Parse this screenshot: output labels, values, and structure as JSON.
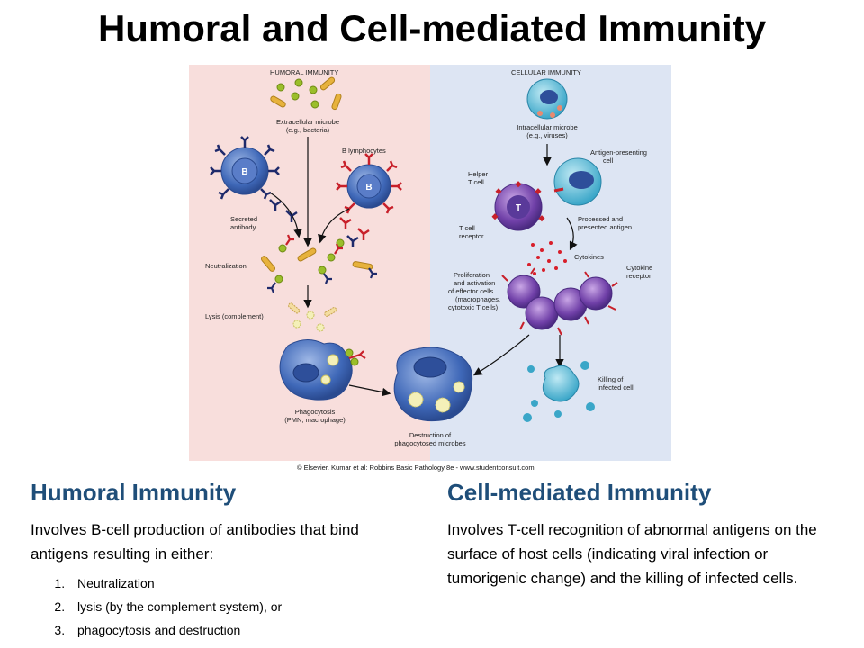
{
  "title": "Humoral and Cell-mediated Immunity",
  "colors": {
    "humoral_panel": "#F8DEDC",
    "cellular_panel": "#DDE5F3",
    "heading_blue": "#1F4E79",
    "cell_blue": "#3F68B8",
    "antibody_navy": "#1F2A6B",
    "antibody_red": "#C8202A",
    "microbe_green": "#9BBE2A",
    "microbe_orange": "#E7B23C"
  },
  "figure": {
    "humoral_header": "HUMORAL IMMUNITY",
    "cellular_header": "CELLULAR IMMUNITY",
    "labels": {
      "extracellular_1": "Extracellular microbe",
      "extracellular_2": "(e.g., bacteria)",
      "b_lymphocytes": "B lymphocytes",
      "b_letter": "B",
      "secreted_1": "Secreted",
      "secreted_2": "antibody",
      "neutralization": "Neutralization",
      "lysis": "Lysis (complement)",
      "phago_1": "Phagocytosis",
      "phago_2": "(PMN, macrophage)",
      "destruction_1": "Destruction of",
      "destruction_2": "phagocytosed microbes",
      "intracellular_1": "Intracellular microbe",
      "intracellular_2": "(e.g., viruses)",
      "apc_1": "Antigen-presenting",
      "apc_2": "cell",
      "helper_1": "Helper",
      "helper_2": "T cell",
      "t_letter": "T",
      "tcr_1": "T cell",
      "tcr_2": "receptor",
      "processed_1": "Processed and",
      "processed_2": "presented antigen",
      "cytokines": "Cytokines",
      "cyto_rec_1": "Cytokine",
      "cyto_rec_2": "receptor",
      "prolif_1": "Proliferation",
      "prolif_2": "and activation",
      "prolif_3": "of effector cells",
      "prolif_4": "(macrophages,",
      "prolif_5": "cytotoxic T cells)",
      "killing_1": "Killing of",
      "killing_2": "infected cell"
    },
    "credit": "© Elsevier. Kumar et al: Robbins Basic Pathology 8e - www.studentconsult.com"
  },
  "humoral": {
    "heading": "Humoral Immunity",
    "text": "Involves B-cell production of antibodies that bind antigens resulting in either:",
    "items": [
      "Neutralization",
      "lysis (by the complement system), or",
      "phagocytosis and destruction"
    ]
  },
  "cellular": {
    "heading": "Cell-mediated Immunity",
    "text": "Involves T-cell recognition of abnormal antigens on the surface of host cells (indicating viral infection or tumorigenic change) and the killing of infected cells."
  }
}
